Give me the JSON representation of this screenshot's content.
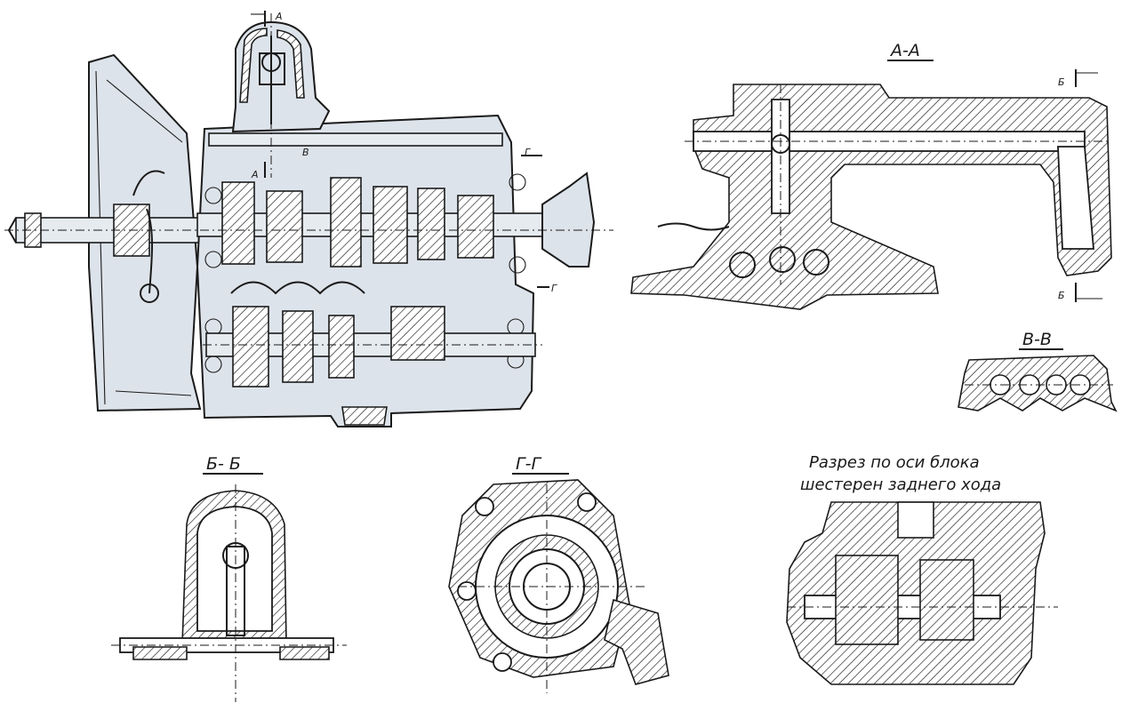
{
  "sections": {
    "aa": {
      "title": "А-А"
    },
    "vv": {
      "title": "В-В"
    },
    "bb": {
      "title": "Б- Б"
    },
    "gg": {
      "title": "Г-Г"
    },
    "reverse": {
      "caption_line1": "Разрез по оси блока",
      "caption_line2": "шестерен заднего хода"
    }
  },
  "cut_marks": {
    "a_top": "А",
    "a_bottom": "А",
    "v_mark": "В",
    "g_top": "Г",
    "g_bottom": "Г",
    "b_top": "Б",
    "b_bottom": "Б"
  },
  "colors": {
    "ink": "#1a1a1a",
    "shade": "#dde3ea"
  }
}
